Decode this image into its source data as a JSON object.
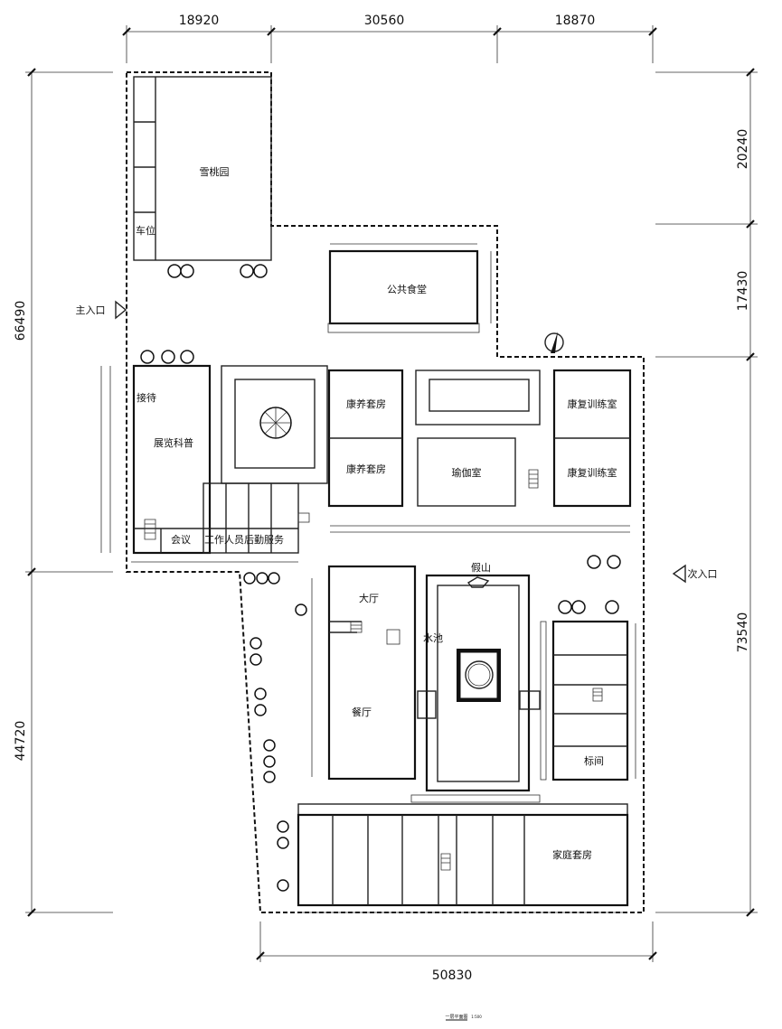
{
  "dimensions": {
    "top": [
      "18920",
      "30560",
      "18870"
    ],
    "left": [
      "66490",
      "44720"
    ],
    "right": [
      "20240",
      "17430",
      "73540"
    ],
    "bottom": "50830"
  },
  "entrances": {
    "main": "主入口",
    "secondary": "次入口"
  },
  "rooms": {
    "snow_garden": "雪桃园",
    "parking": "车位",
    "canteen": "公共食堂",
    "reception": "接待",
    "exhibition": "展览科普",
    "meeting": "会议",
    "staff": "工作人员后勤服务",
    "care_suite_1": "康养套房",
    "care_suite_2": "康养套房",
    "yoga": "瑜伽室",
    "rehab_1": "康复训练室",
    "rehab_2": "康复训练室",
    "rockery": "假山",
    "pond": "水池",
    "hall": "大厅",
    "dining": "餐厅",
    "standard_room": "标间",
    "family_suite": "家庭套房"
  },
  "title": {
    "name": "一层平面图",
    "scale": "1:500"
  }
}
